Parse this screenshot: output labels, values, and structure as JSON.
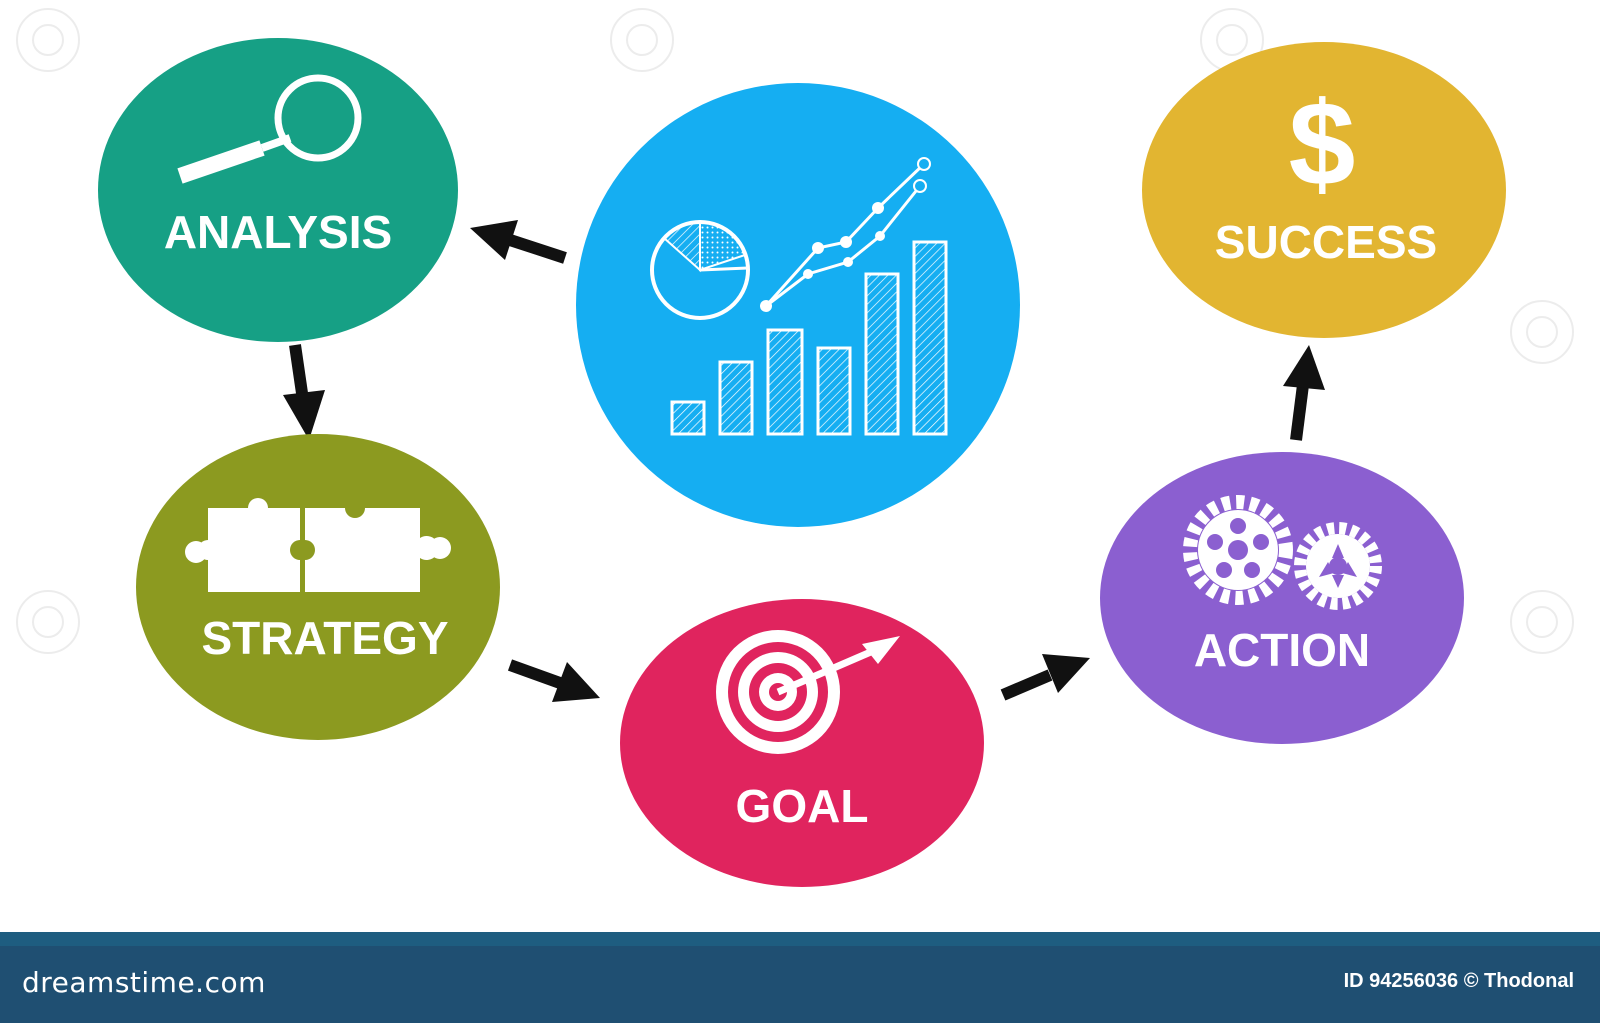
{
  "diagram": {
    "nodes": {
      "analysis": {
        "label": "ANALYSIS",
        "color": "#16a085",
        "icon": "magnifier-icon"
      },
      "strategy": {
        "label": "STRATEGY",
        "color": "#8c9a20",
        "icon": "puzzle-icon"
      },
      "goal": {
        "label": "GOAL",
        "color": "#e0245e",
        "icon": "target-icon"
      },
      "action": {
        "label": "ACTION",
        "color": "#8b5fd0",
        "icon": "gears-icon"
      },
      "success": {
        "label": "SUCCESS",
        "color": "#e2b531",
        "icon": "dollar-icon"
      },
      "data": {
        "label": "",
        "color": "#15aef2",
        "icon": "charts-icon"
      }
    },
    "edges": [
      [
        "data",
        "analysis"
      ],
      [
        "analysis",
        "strategy"
      ],
      [
        "strategy",
        "goal"
      ],
      [
        "goal",
        "action"
      ],
      [
        "action",
        "success"
      ]
    ]
  },
  "footer": {
    "logo_text": "dreamstime.com",
    "credit": "ID 94256036 © Thodonal"
  },
  "colors": {
    "arrow": "#111111",
    "footer_bg": "#1f4f72",
    "icon": "#ffffff"
  }
}
